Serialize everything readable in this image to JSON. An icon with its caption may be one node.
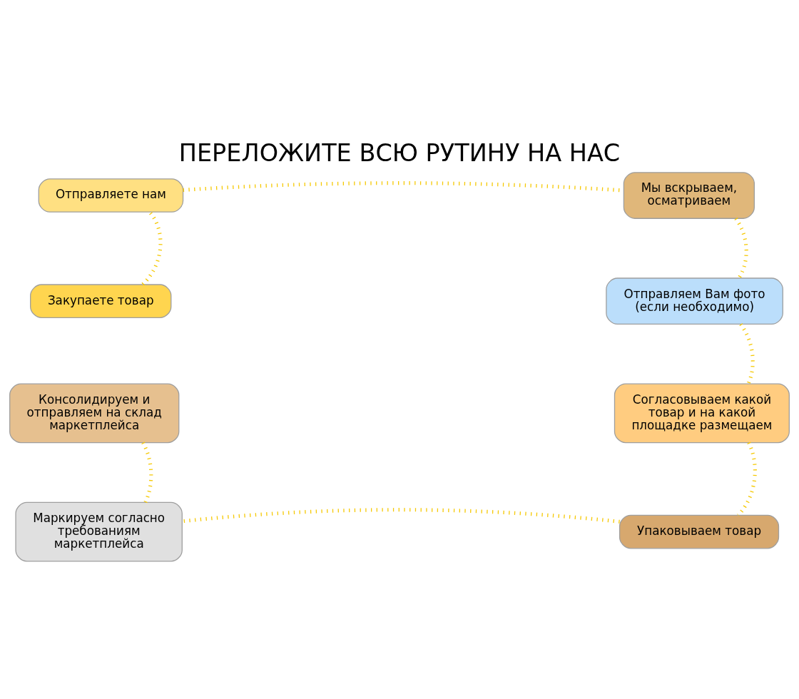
{
  "diagram": {
    "title": "ПЕРЕЛОЖИТЕ ВСЮ РУТИНУ НА НАС",
    "nodes": [
      {
        "text": [
          "Закупаете товар"
        ]
      },
      {
        "text": [
          "Отправляете нам"
        ]
      },
      {
        "text": [
          "Мы вскрываем, осматриваем"
        ]
      },
      {
        "text": [
          "Отправляем Вам фото (если необходимо)"
        ]
      },
      {
        "text": [
          "Согласовываем какой товар и на какой площадке размещаем"
        ]
      },
      {
        "text": [
          "Упаковываем товар"
        ]
      },
      {
        "text": [
          "Маркируем согласно требованиям маркетплейса"
        ]
      },
      {
        "text": [
          "Консолидируем и отправляем на склад маркетплейса"
        ]
      }
    ],
    "edges": [
      {
        "from": 0,
        "to": 1,
        "arrow": "none"
      },
      {
        "from": 1,
        "to": 2,
        "arrow": "none"
      },
      {
        "from": 2,
        "to": 3,
        "arrow": "none"
      },
      {
        "from": 3,
        "to": 4,
        "arrow": "none"
      },
      {
        "from": 4,
        "to": 5,
        "arrow": "none"
      },
      {
        "from": 5,
        "to": 6,
        "arrow": "none"
      },
      {
        "from": 6,
        "to": 7,
        "arrow": "none"
      }
    ]
  }
}
